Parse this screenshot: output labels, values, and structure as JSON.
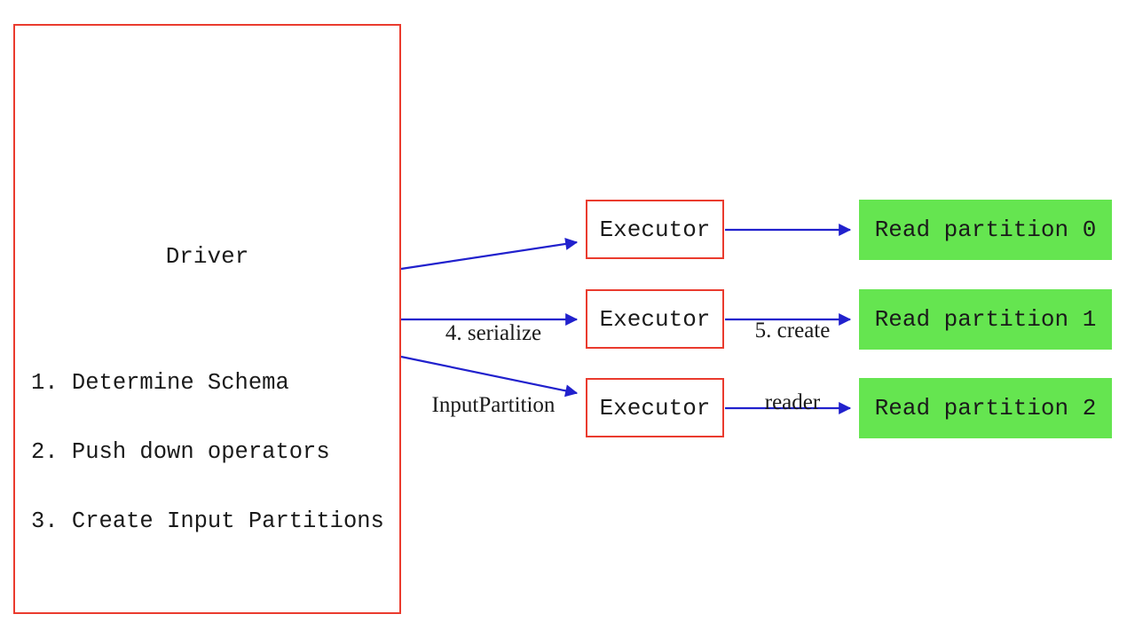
{
  "colors": {
    "box_stroke": "#ea3b2e",
    "arrow": "#2121cd",
    "partition_fill": "#65e550",
    "text": "#1a1a1a",
    "background": "#ffffff"
  },
  "driver": {
    "title": "Driver",
    "steps": [
      "1. Determine Schema",
      "2. Push down operators",
      "3. Create Input Partitions"
    ]
  },
  "executors": [
    {
      "label": "Executor"
    },
    {
      "label": "Executor"
    },
    {
      "label": "Executor"
    }
  ],
  "read_partitions": [
    {
      "label": "Read partition 0"
    },
    {
      "label": "Read partition 1"
    },
    {
      "label": "Read partition 2"
    }
  ],
  "edge_labels": {
    "serialize": {
      "line1": "4. serialize",
      "line2": "InputPartition"
    },
    "create_reader": {
      "line1": "5. create",
      "line2": "reader"
    }
  }
}
